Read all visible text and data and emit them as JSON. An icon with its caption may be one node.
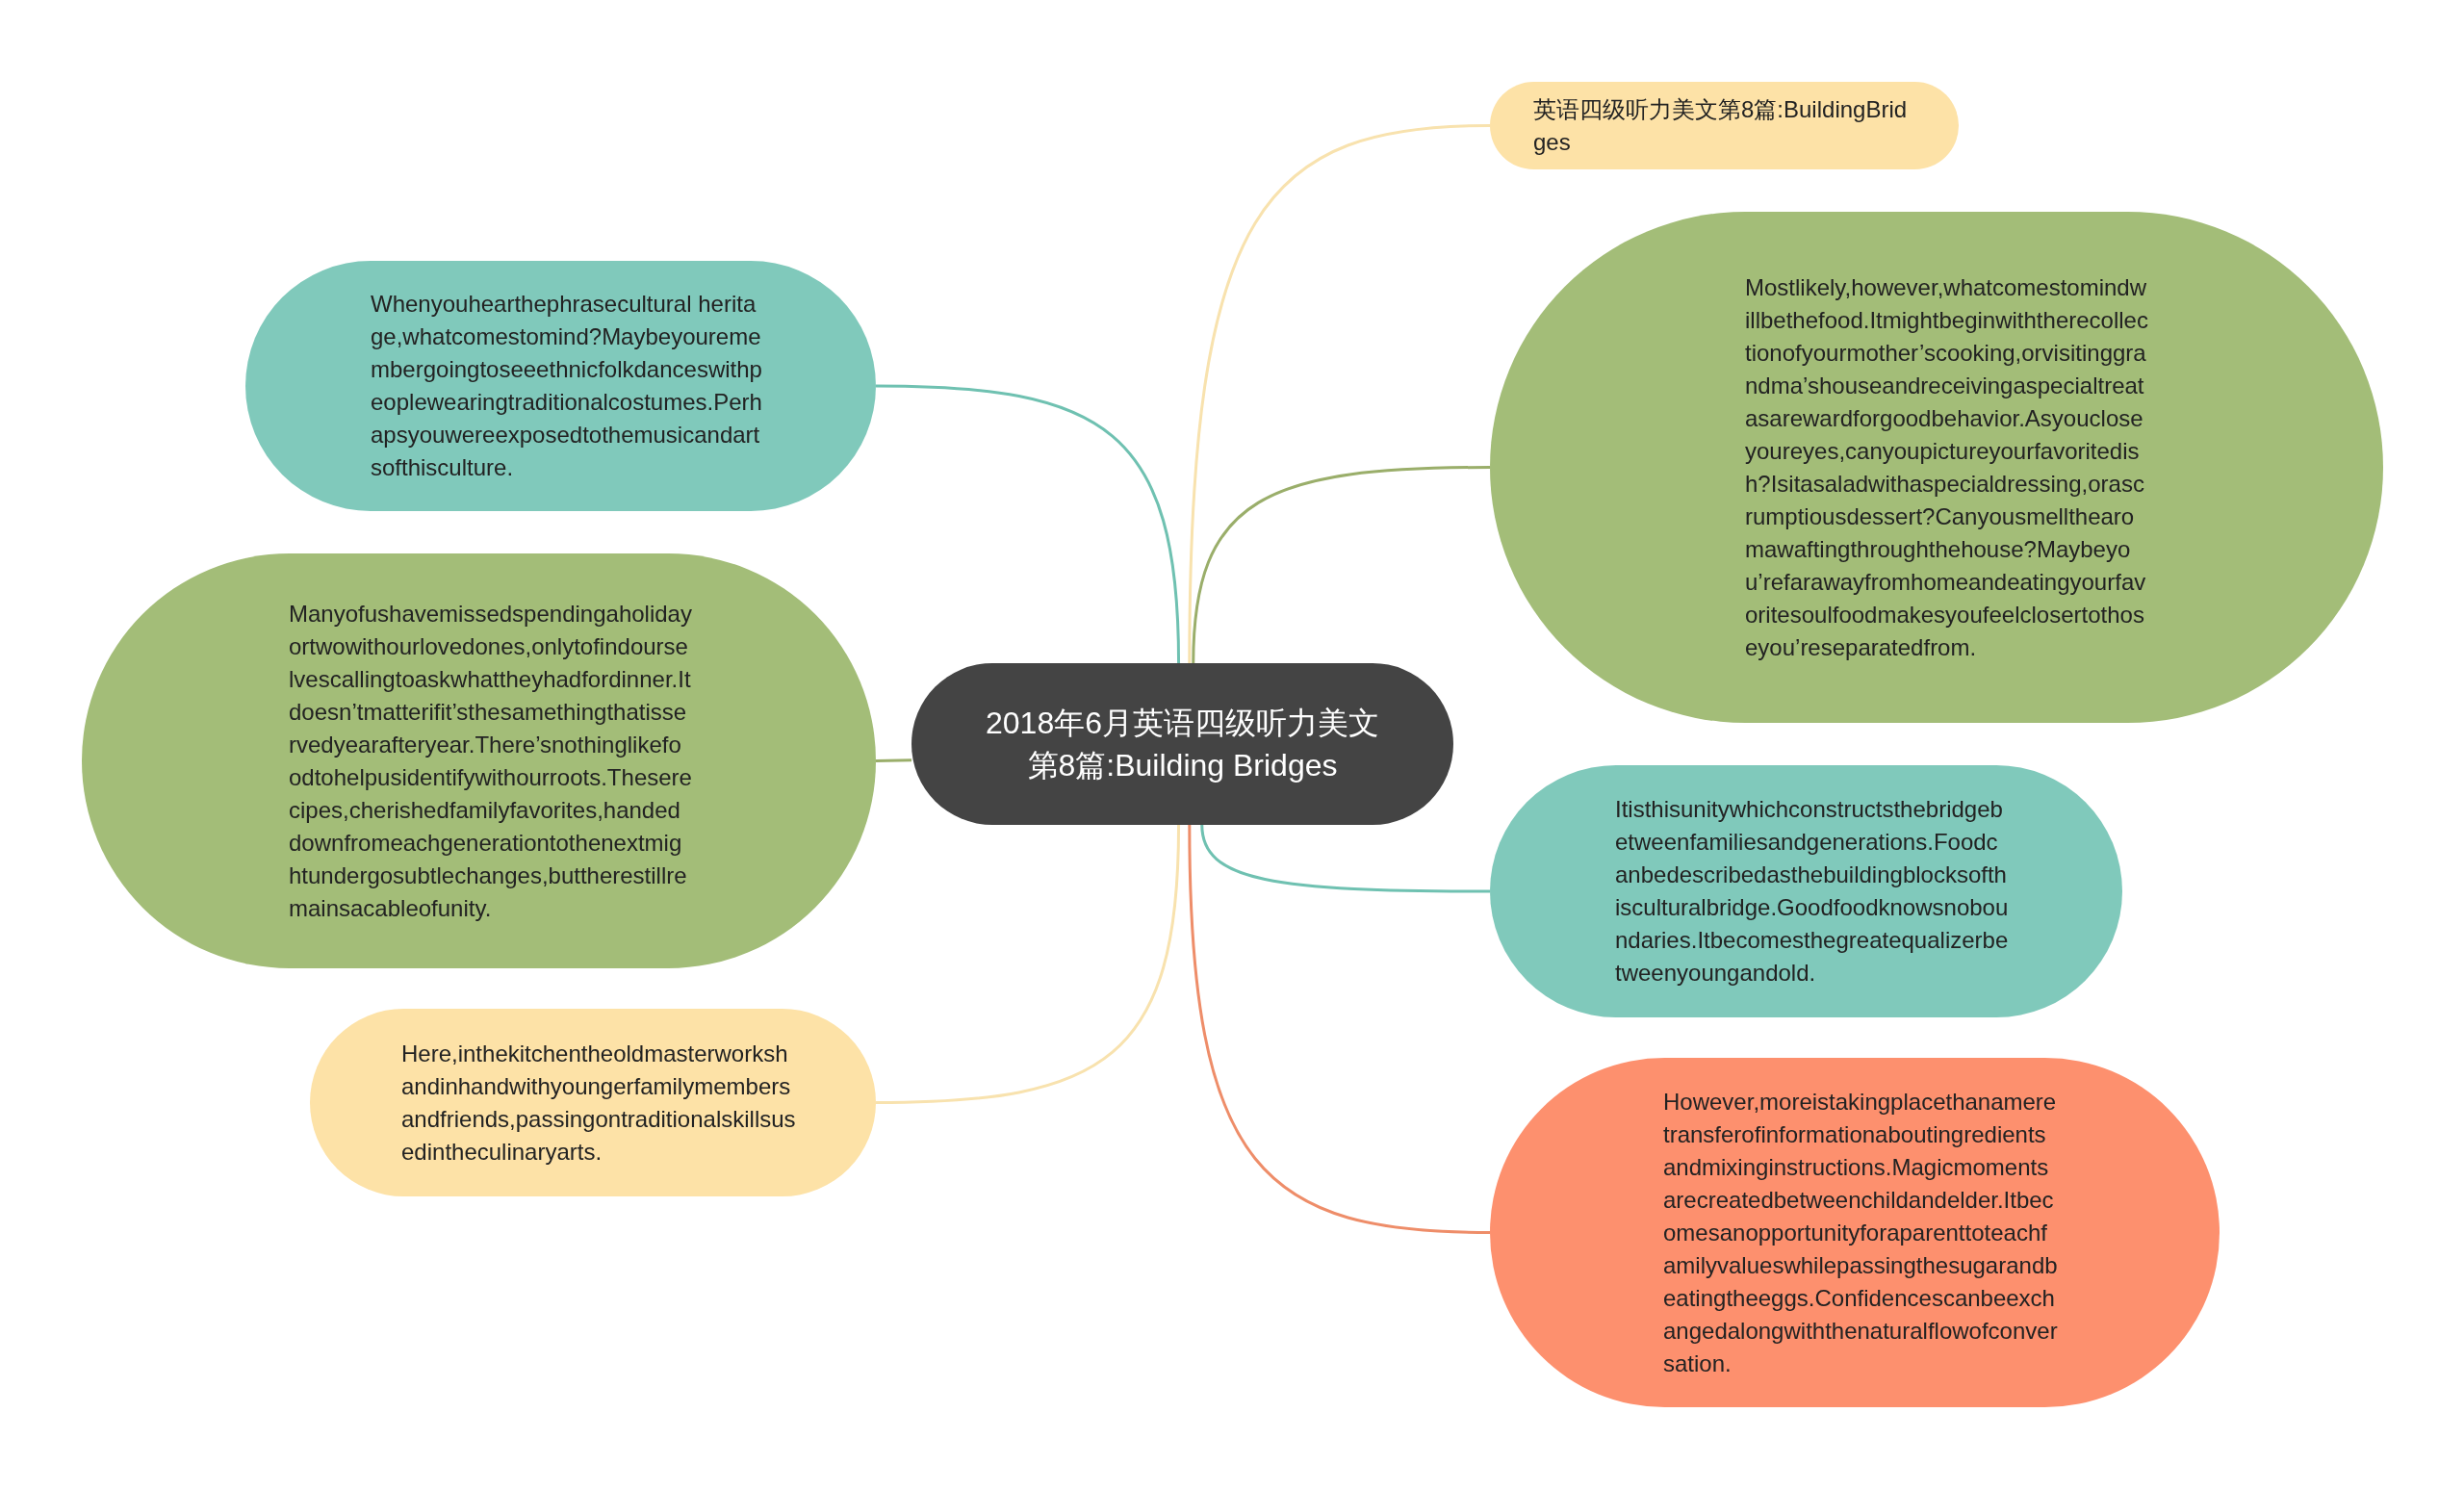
{
  "diagram": {
    "nodes": [
      {
        "text": [
          "2018年6月英语四级听力美文第8篇:Building Bridges"
        ]
      },
      {
        "text": [
          "英语四级听力美文第8篇:BuildingBridges"
        ]
      },
      {
        "text": [
          "Mostlikely,however,whatcomestomindwillbethefood.Itmightbeginwiththerecollectionofyourmother’scooking,orvisitinggrandma’shouseandreceivingaspecialtreatasarewardforgoodbehavior.Asyoucloseyoureyes,canyoupictureyourfavoritedish?Isitasaladwithaspecialdressing,orascrumptiousdessert?Canyousmellthearomawaftingthroughthehouse?Maybeyou’refarawayfromhomeandeatingyourfavoritesoulfoodmakesyoufeelclosertothoseyou’reseparatedfrom."
        ]
      },
      {
        "text": [
          "Itisthisunitywhichconstructsthebridgebetweenfamiliesandgenerations.Foodcanbedescribedasthebuildingblocksofthisculturalbridge.Goodfoodknowsnoboundaries.Itbecomesthegreatequalizerbetweenyoungandold."
        ]
      },
      {
        "text": [
          "However,moreistakingplacethanameretransferofinformationaboutingredientsandmixinginstructions.Magicmomentsarecreatedbetweenchildandelder.Itbecomesanopportunityforaparenttoteachfamilyvalueswhilepassingthesugarandbeatingtheeggs.Confidencescanbeexchangedalongwiththenaturalflowofconversation."
        ]
      },
      {
        "text": [
          "Whenyouhearthephrasecultural heritage,whatcomestomind?Maybeyouremembergoingtoseeethnicfolkdanceswithpeoplewearingtraditionalcostumes.Perhapsyouwereexposedtothemusicandartsofthisculture."
        ]
      },
      {
        "text": [
          "Manyofushavemissedspendingaholidayortwowithourlovedones,onlytofindourselvescallingtoaskwhattheyhadfordinner.Itdoesn’tmatterifit’sthesamethingthatisservedyearafteryear.There’snothinglikefoodtohelpusidentifywithourroots.Theserecipes,cherishedfamilyfavorites,handeddownfromeachgenerationtothenextmightundergosubtlechanges,buttherestillremainsacableofunity."
        ]
      },
      {
        "text": [
          "Here,inthekitchentheoldmasterworkshandinhandwithyoungerfamilymembersandfriends,passingontraditionalskillsusedintheculinaryarts."
        ]
      }
    ],
    "edges": [
      {
        "from": 0,
        "to": 1,
        "arrow": "none",
        "color": "#f8e2ae"
      },
      {
        "from": 0,
        "to": 2,
        "arrow": "none",
        "color": "#9aae6a"
      },
      {
        "from": 0,
        "to": 3,
        "arrow": "none",
        "color": "#6fc1b1"
      },
      {
        "from": 0,
        "to": 4,
        "arrow": "none",
        "color": "#ee8d69"
      },
      {
        "from": 0,
        "to": 5,
        "arrow": "none",
        "color": "#6fc1b1"
      },
      {
        "from": 0,
        "to": 6,
        "arrow": "none",
        "color": "#9aae6a"
      },
      {
        "from": 0,
        "to": 7,
        "arrow": "none",
        "color": "#f8e2ae"
      }
    ]
  }
}
